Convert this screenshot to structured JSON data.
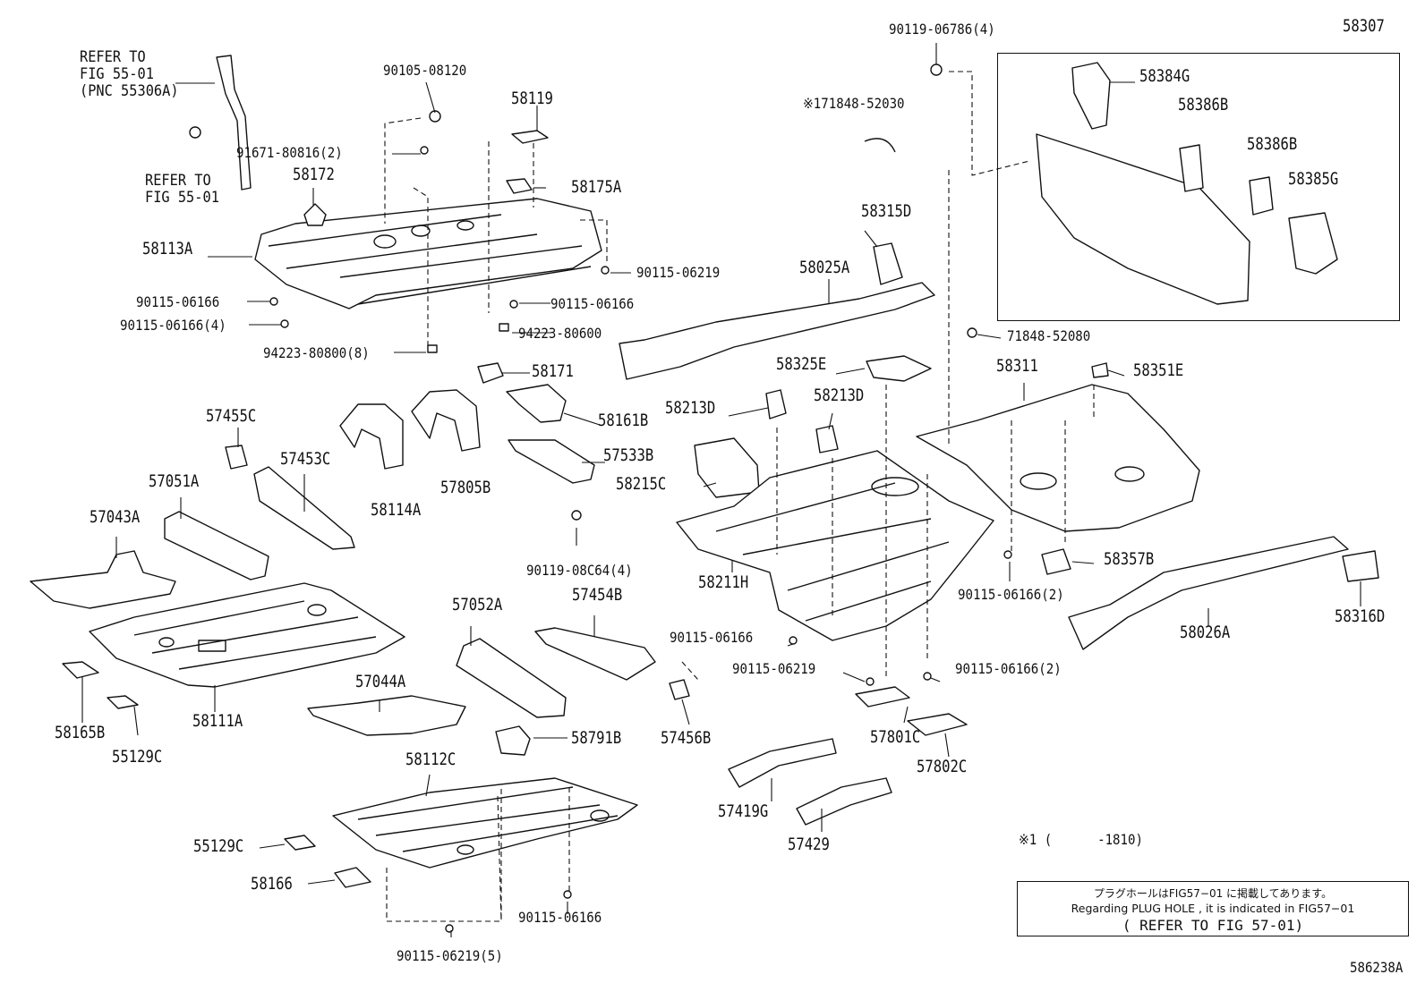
{
  "diagram_code": "586238A",
  "ref_labels": {
    "fig55_pnc": "REFER TO\nFIG 55-01\n(PNC 55306A)",
    "fig55": "REFER TO\nFIG 55-01"
  },
  "footnote": "※1 (      -1810)",
  "note": {
    "jp": "プラグホールはFIG57−01 に掲載してあります。",
    "en": "Regarding  PLUG HOLE , it is indicated in  FIG57−01",
    "refer": "( REFER TO FIG 57-01)"
  },
  "group_label": "58307",
  "part_numbers": {
    "p58119": "58119",
    "p58172": "58172",
    "p58175A": "58175A",
    "p58113A": "58113A",
    "p58171": "58171",
    "p58161B": "58161B",
    "p57533B": "57533B",
    "p57455C": "57455C",
    "p57453C": "57453C",
    "p58114A": "58114A",
    "p57805B": "57805B",
    "p57051A": "57051A",
    "p57043A": "57043A",
    "p58111A": "58111A",
    "p58165B": "58165B",
    "p55129C_a": "55129C",
    "p57052A": "57052A",
    "p57454B": "57454B",
    "p57044A": "57044A",
    "p58791B": "58791B",
    "p57456B": "57456B",
    "p58112C": "58112C",
    "p55129C_b": "55129C",
    "p58166": "58166",
    "p58384G": "58384G",
    "p58386B_a": "58386B",
    "p58386B_b": "58386B",
    "p58385G": "58385G",
    "p58315D": "58315D",
    "p58025A": "58025A",
    "p58325E": "58325E",
    "p58311": "58311",
    "p58351E": "58351E",
    "p58213D_a": "58213D",
    "p58213D_b": "58213D",
    "p58215C": "58215C",
    "p58211H": "58211H",
    "p58357B": "58357B",
    "p58026A": "58026A",
    "p58316D": "58316D",
    "p57801C": "57801C",
    "p57802C": "57802C",
    "p57419G": "57419G",
    "p57429": "57429"
  },
  "fasteners": {
    "f90105_08120": "90105-08120",
    "f91671_80816": "91671-80816(2)",
    "f90115_06219_a": "90115-06219",
    "f90115_06166_a": "90115-06166",
    "f90115_06166_b": "90115-06166",
    "f90115_06166_4": "90115-06166(4)",
    "f94223_80600": "94223-80600",
    "f94223_80800": "94223-80800(8)",
    "f90119_08c64": "90119-08C64(4)",
    "f90119_06786": "90119-06786(4)",
    "f171848": "※171848-52030",
    "f71848_52080": "71848-52080",
    "f90115_06166_2a": "90115-06166(2)",
    "f90115_06166_c": "90115-06166",
    "f90115_06219_b": "90115-06219",
    "f90115_06166_2b": "90115-06166(2)",
    "f90115_06166_d": "90115-06166",
    "f90115_06219_5": "90115-06219(5)"
  }
}
